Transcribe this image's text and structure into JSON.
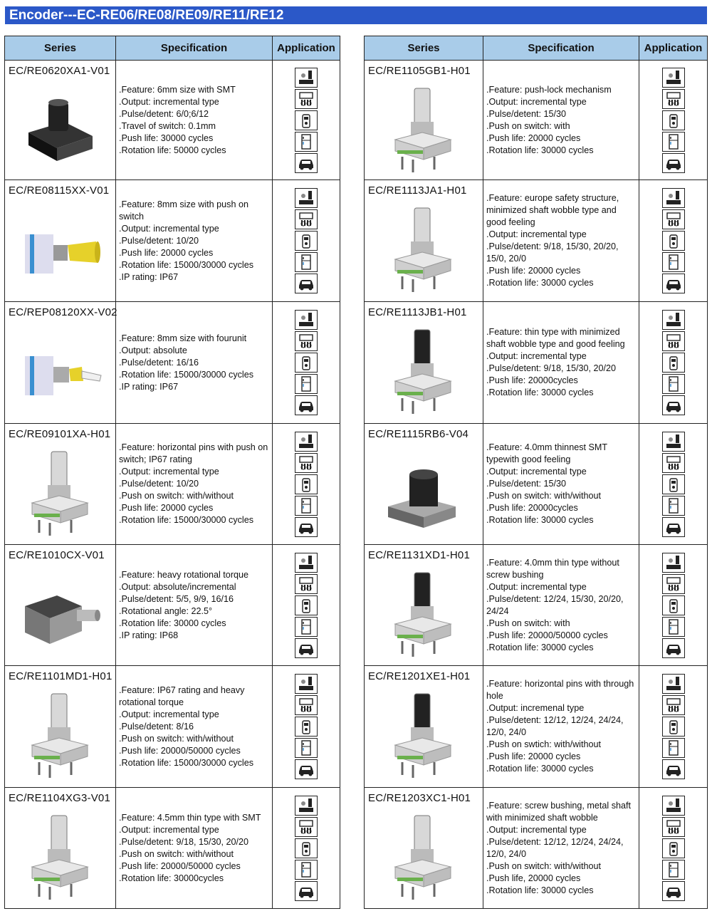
{
  "title": "Encoder---EC-RE06/RE08/RE09/RE11/RE12",
  "headers": {
    "series": "Series",
    "specification": "Specification",
    "application": "Application"
  },
  "application_icons": [
    "audio-device-icon",
    "projector-icon",
    "walkie-talkie-icon",
    "refrigerator-icon",
    "car-icon"
  ],
  "left": [
    {
      "series": "EC/RE0620XA1-V01",
      "image": "smt-square-encoder",
      "specs": [
        ".Feature: 6mm size with SMT",
        ".Output: incremental type",
        ".Pulse/detent: 6/0;6/12",
        ".Travel of switch: 0.1mm",
        ".Push life: 30000 cycles",
        ".Rotation life: 50000 cycles"
      ]
    },
    {
      "series": "EC/RE08115XX-V01",
      "image": "horizontal-encoder-yellow-shaft",
      "specs": [
        ".Feature: 8mm size with push on switch",
        ".Output: incremental type",
        ".Pulse/detent: 10/20",
        ".Push life: 20000 cycles",
        ".Rotation life: 15000/30000 cycles",
        ".IP rating: IP67"
      ]
    },
    {
      "series": "EC/REP08120XX-V02",
      "image": "horizontal-encoder-white-shaft",
      "specs": [
        ".Feature: 8mm size with fourunit",
        ".Output: absolute",
        ".Pulse/detent: 16/16",
        ".Rotation life: 15000/30000 cycles",
        ".IP rating: IP67"
      ]
    },
    {
      "series": "EC/RE09101XA-H01",
      "image": "vertical-encoder-green-band",
      "specs": [
        ".Feature: horizontal pins with push on switch; IP67 rating",
        ".Output: incremental  type",
        ".Pulse/detent: 10/20",
        ".Push on switch: with/without",
        ".Push life: 20000 cycles",
        ".Rotation life: 15000/30000 cycles"
      ]
    },
    {
      "series": "EC/RE1010CX-V01",
      "image": "dark-housing-threaded-encoder",
      "specs": [
        ".Feature: heavy rotational torque",
        ".Output: absolute/incremental",
        ".Pulse/detent: 5/5, 9/9, 16/16",
        ".Rotational angle: 22.5°",
        ".Rotation life: 30000 cycles",
        ".IP rating: IP68"
      ]
    },
    {
      "series": "EC/RE1101MD1-H01",
      "image": "vertical-encoder-white-base",
      "specs": [
        ".Feature: IP67 rating and heavy rotational torque",
        ".Output: incremental type",
        ".Pulse/detent: 8/16",
        ".Push on switch: with/without",
        ".Push life: 20000/50000 cycles",
        ".Rotation life: 15000/30000 cycles"
      ]
    },
    {
      "series": "EC/RE1104XG3-V01",
      "image": "smt-encoder-tall-shaft",
      "specs": [
        ".Feature: 4.5mm thin type with SMT",
        ".Output: incremental type",
        ".Pulse/detent: 9/18, 15/30,   20/20",
        ".Push on switch: with/without",
        ".Push life: 20000/50000 cycles",
        ".Rotation life: 30000cycles"
      ]
    }
  ],
  "right": [
    {
      "series": "EC/RE1105GB1-H01",
      "image": "push-lock-encoder-knurled",
      "specs": [
        ".Feature: push-lock mechanism",
        ".Output: incremental type",
        ".Pulse/detent: 15/30",
        ".Push on switch: with",
        ".Push life: 20000 cycles",
        ".Rotation life: 30000 cycles"
      ]
    },
    {
      "series": "EC/RE1113JA1-H01",
      "image": "metal-shaft-encoder",
      "specs": [
        ".Feature: europe safety structure, minimized shaft wobble type and good feeling",
        ".Output: incremental  type",
        ".Pulse/detent: 9/18, 15/30,   20/20, 15/0,  20/0",
        ".Push life: 20000 cycles",
        ".Rotation life: 30000 cycles"
      ]
    },
    {
      "series": "EC/RE1113JB1-H01",
      "image": "knurled-black-knob-encoder",
      "specs": [
        ".Feature: thin type with minimized shaft wobble type and good feeling",
        ".Output: incremental type",
        ".Pulse/detent: 9/18, 15/30,   20/20",
        ".Push life: 20000cycles",
        ".Rotation life: 30000 cycles"
      ]
    },
    {
      "series": "EC/RE1115RB6-V04",
      "image": "smt-encoder-black-knob",
      "specs": [
        ".Feature: 4.0mm thinnest  SMT typewith good feeling",
        ".Output: incremental type",
        ".Pulse/detent: 15/30",
        ".Push on switch: with/without",
        ".Push life: 20000cycles",
        ".Rotation life: 30000 cycles"
      ]
    },
    {
      "series": "EC/RE1131XD1-H01",
      "image": "black-shaft-thin-encoder",
      "specs": [
        ".Feature: 4.0mm thin type without screw bushing",
        ".Output: incremental type",
        ".Pulse/detent: 12/24, 15/30,   20/20, 24/24",
        ".Push on switch: with",
        ".Push life: 20000/50000 cycles",
        ".Rotation life: 30000 cycles"
      ]
    },
    {
      "series": "EC/RE1201XE1-H01",
      "image": "black-shaft-through-hole-encoder",
      "specs": [
        ".Feature: horizontal pins with through hole",
        ".Output: incremenal type",
        ".Pulse/detent: 12/12, 12/24,   24/24, 12/0, 24/0",
        ".Push on swtich: with/without",
        ".Push life: 20000 cycles",
        ".Rotation life: 30000 cycles"
      ]
    },
    {
      "series": "EC/RE1203XC1-H01",
      "image": "metal-shaft-screw-bushing-encoder",
      "specs": [
        ".Feature: screw bushing, metal shaft with minimized shaft wobble",
        ".Output: incremental type",
        ".Pulse/detent: 12/12, 12/24,   24/24, 12/0, 24/0",
        ".Push on switch: with/without",
        ".Push life, 20000 cycles",
        ".Rotation life: 30000 cycles"
      ]
    }
  ]
}
